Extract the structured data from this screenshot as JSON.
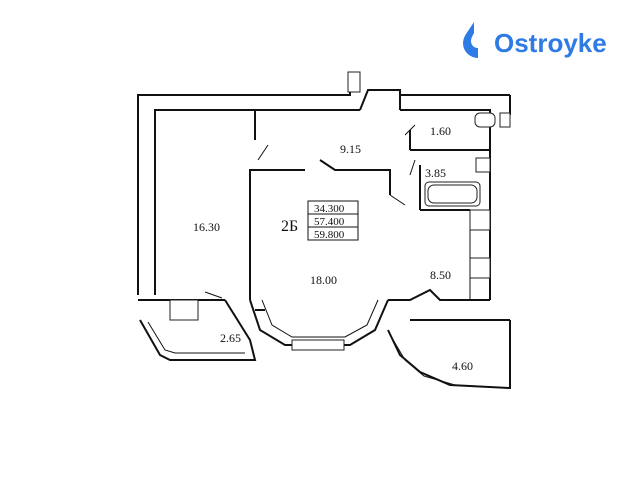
{
  "brand": {
    "name": "Ostroyke",
    "color": "#2f7be6"
  },
  "plan": {
    "apartment_code": "2Б",
    "areas": {
      "living": "34.300",
      "total": "57.400",
      "total_with_balconies": "59.800"
    },
    "rooms": [
      {
        "id": "bedroom",
        "area": "16.30"
      },
      {
        "id": "hall",
        "area": "9.15"
      },
      {
        "id": "toilet",
        "area": "1.60"
      },
      {
        "id": "bathroom",
        "area": "3.85"
      },
      {
        "id": "living-room",
        "area": "18.00"
      },
      {
        "id": "kitchen",
        "area": "8.50"
      },
      {
        "id": "loggia-small",
        "area": "2.65"
      },
      {
        "id": "loggia-large",
        "area": "4.60"
      }
    ]
  }
}
